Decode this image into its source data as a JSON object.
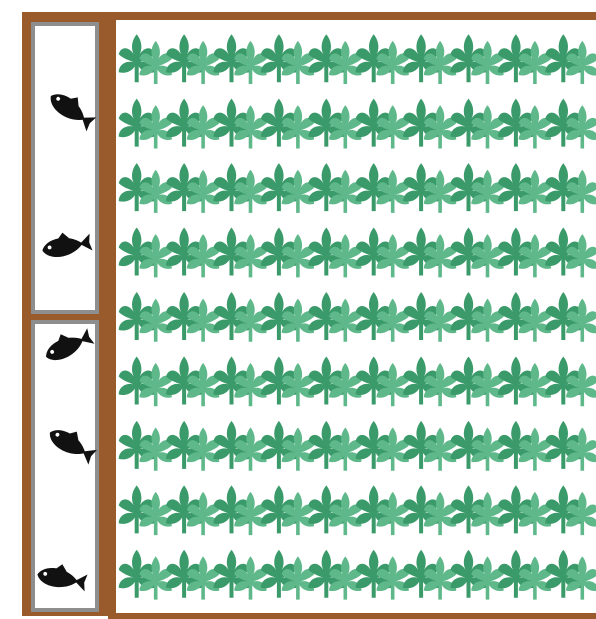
{
  "colors": {
    "frame": "#9a5b2c",
    "tank_edge": "#8e8e8e",
    "plant": "#3a9a6a",
    "plant_light": "#5fb88a",
    "fish": "#111111",
    "background": "#ffffff"
  },
  "fish_tank": {
    "compartments": 2,
    "fish_count": 5,
    "fish_icon": "fish-icon"
  },
  "plant_bed": {
    "rows": 9,
    "columns": 10,
    "plant_icon": "leafy-plant-icon"
  }
}
